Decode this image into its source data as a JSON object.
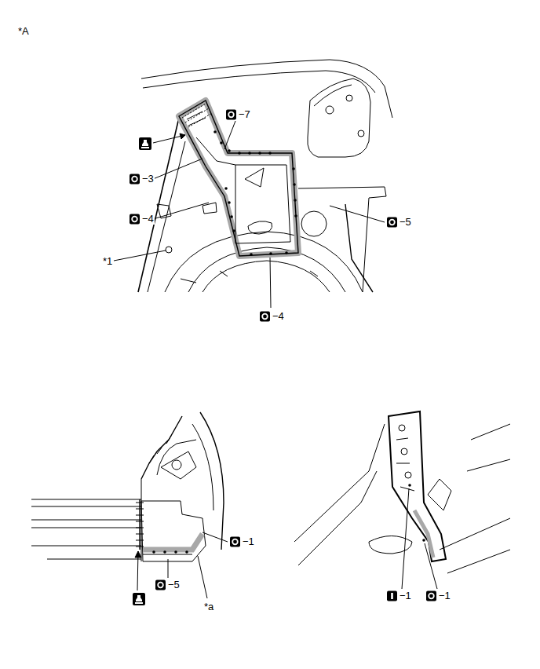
{
  "diagram": {
    "labels": [
      "*A",
      "−7",
      "−3",
      "−4",
      "−5",
      "*1",
      "−4",
      "−1",
      "−5",
      "*a",
      "−1",
      "−1"
    ]
  }
}
